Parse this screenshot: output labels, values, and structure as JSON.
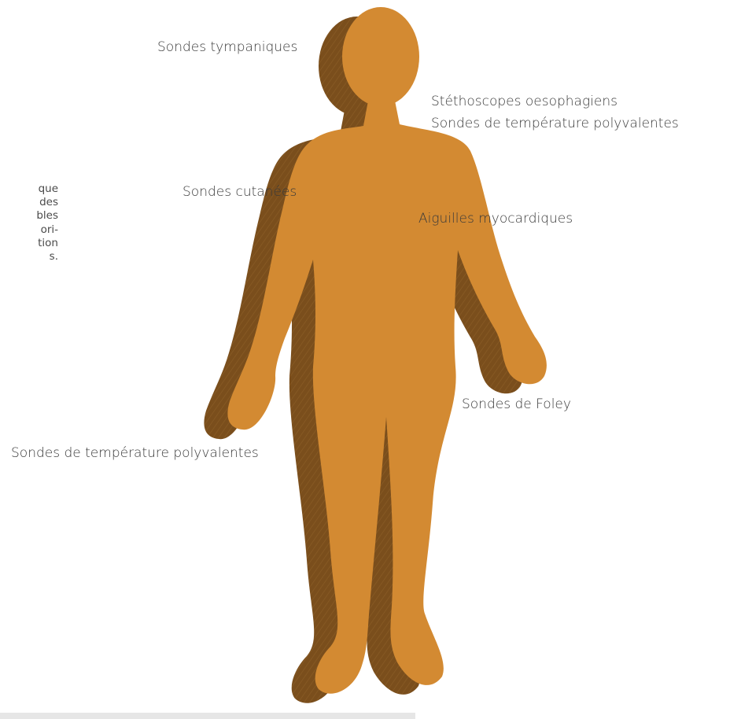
{
  "figure": {
    "colors": {
      "body_front": "#d38a32",
      "body_side": "#7a4e1c",
      "text": "#3a3a3a"
    },
    "body_icon": "human-silhouette-3d",
    "labels": {
      "tympanic": "Sondes tympaniques",
      "esophageal_stethoscopes": "Stéthoscopes oesophagiens",
      "multipurpose_upper": "Sondes de température polyvalentes",
      "skin": "Sondes cutanées",
      "myocardial": "Aiguilles myocardiques",
      "foley": "Sondes de Foley",
      "multipurpose_lower": "Sondes de température polyvalentes"
    }
  },
  "left_text": {
    "lines": [
      "que",
      "des",
      "bles",
      "ori-",
      "tion",
      "s."
    ]
  }
}
